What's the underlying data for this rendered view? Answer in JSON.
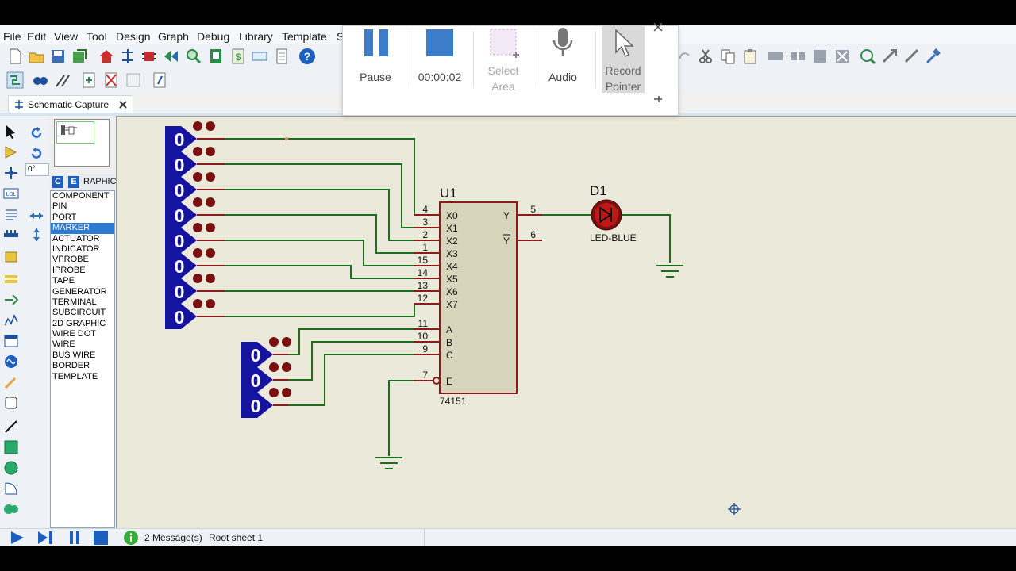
{
  "menubar": {
    "items": [
      "File",
      "Edit",
      "View",
      "Tool",
      "Design",
      "Graph",
      "Debug",
      "Library",
      "Template",
      "S"
    ]
  },
  "tab": {
    "title": "Schematic Capture"
  },
  "left_panel": {
    "angle": "0°",
    "mode_label": "RAPHIC",
    "c_button": "C",
    "e_button": "E",
    "devices": [
      "COMPONENT",
      "PIN",
      "PORT",
      "MARKER",
      "ACTUATOR",
      "INDICATOR",
      "VPROBE",
      "IPROBE",
      "TAPE",
      "GENERATOR",
      "TERMINAL",
      "SUBCIRCUIT",
      "2D GRAPHIC",
      "WIRE DOT",
      "WIRE",
      "BUS WIRE",
      "BORDER",
      "TEMPLATE"
    ],
    "selected": "MARKER"
  },
  "recorder": {
    "pause": "Pause",
    "time": "00:00:02",
    "select_area": "Select Area",
    "audio": "Audio",
    "record_pointer": "Record Pointer"
  },
  "schematic": {
    "u1_ref": "U1",
    "u1_part": "74151",
    "pins_left": [
      "X0",
      "X1",
      "X2",
      "X3",
      "X4",
      "X5",
      "X6",
      "X7",
      "A",
      "B",
      "C",
      "E"
    ],
    "pin_numbers_left": [
      "4",
      "3",
      "2",
      "1",
      "15",
      "14",
      "13",
      "12",
      "11",
      "10",
      "9",
      "7"
    ],
    "pin_y": "Y",
    "pin_ybar": "Y",
    "pin_y_num": "5",
    "pin_ybar_num": "6",
    "d1_ref": "D1",
    "d1_part": "LED-BLUE",
    "logic_states_top": [
      "0",
      "0",
      "0",
      "0",
      "0",
      "0",
      "0",
      "0"
    ],
    "logic_states_bottom": [
      "0",
      "0",
      "0"
    ]
  },
  "statusbar": {
    "messages": "2 Message(s)",
    "sheet": "Root sheet 1"
  },
  "colors": {
    "wire": "#1f6e1f",
    "pin": "#8b1a1a",
    "chip_fill": "#d8d5bd",
    "logic_blue": "#1414a0",
    "led": "#b01818",
    "canvas": "#ebe9d9"
  }
}
